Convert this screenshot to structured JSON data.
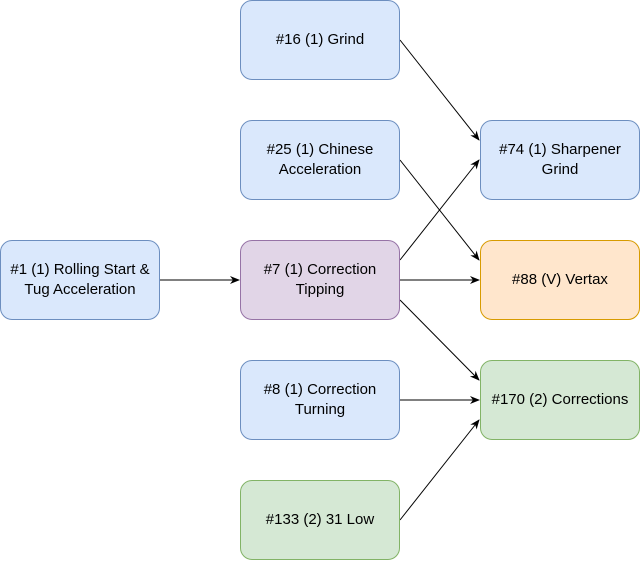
{
  "diagram": {
    "nodes": [
      {
        "id": "n1",
        "label": "#1 (1) Rolling Start & Tug Acceleration",
        "style": "blue"
      },
      {
        "id": "n16",
        "label": "#16 (1) Grind",
        "style": "blue"
      },
      {
        "id": "n25",
        "label": "#25 (1) Chinese Acceleration",
        "style": "blue"
      },
      {
        "id": "n7",
        "label": "#7 (1) Correction Tipping",
        "style": "purple"
      },
      {
        "id": "n8",
        "label": "#8 (1) Correction Turning",
        "style": "blue"
      },
      {
        "id": "n133",
        "label": "#133 (2) 31 Low",
        "style": "green"
      },
      {
        "id": "n74",
        "label": "#74 (1) Sharpener Grind",
        "style": "blue"
      },
      {
        "id": "n88",
        "label": "#88 (V) Vertax",
        "style": "orange"
      },
      {
        "id": "n170",
        "label": "#170 (2) Corrections",
        "style": "green"
      }
    ],
    "edges": [
      {
        "from": "n1",
        "to": "n7"
      },
      {
        "from": "n16",
        "to": "n74"
      },
      {
        "from": "n25",
        "to": "n88"
      },
      {
        "from": "n7",
        "to": "n74"
      },
      {
        "from": "n7",
        "to": "n88"
      },
      {
        "from": "n7",
        "to": "n170"
      },
      {
        "from": "n8",
        "to": "n170"
      },
      {
        "from": "n133",
        "to": "n170"
      }
    ],
    "colors": {
      "blue": {
        "fill": "#dae8fc",
        "stroke": "#6c8ebf"
      },
      "purple": {
        "fill": "#e1d5e7",
        "stroke": "#9673a6"
      },
      "orange": {
        "fill": "#ffe6cc",
        "stroke": "#d79b00"
      },
      "green": {
        "fill": "#d5e8d4",
        "stroke": "#82b366"
      },
      "edge": "#000000"
    }
  }
}
